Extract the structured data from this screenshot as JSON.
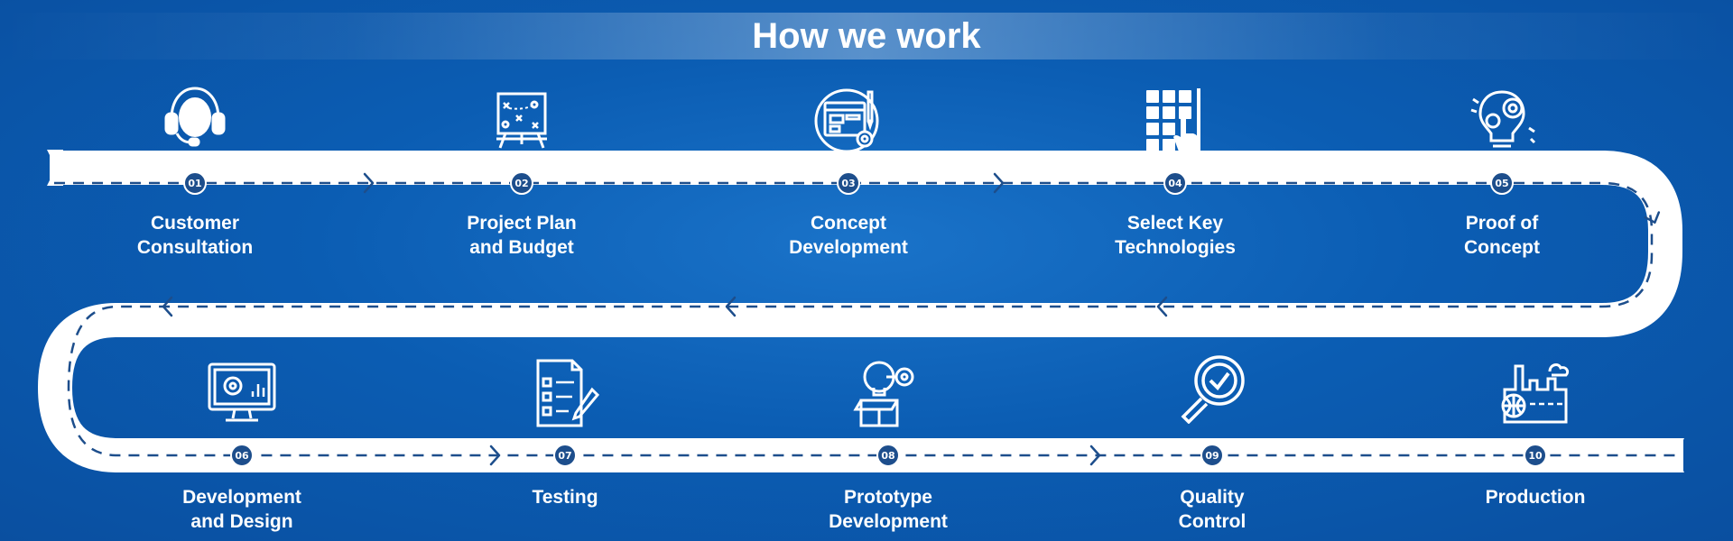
{
  "title": "How we work",
  "colors": {
    "background": "#0b5db3",
    "road": "#ffffff",
    "dash": "#1d4e8c",
    "badge": "#1d4e8c"
  },
  "steps": [
    {
      "number": "01",
      "label": "Customer\nConsultation",
      "icon": "headset-icon"
    },
    {
      "number": "02",
      "label": "Project Plan\nand Budget",
      "icon": "strategy-board-icon"
    },
    {
      "number": "03",
      "label": "Concept\nDevelopment",
      "icon": "web-design-icon"
    },
    {
      "number": "04",
      "label": "Select Key\nTechnologies",
      "icon": "touch-grid-icon"
    },
    {
      "number": "05",
      "label": "Proof of\nConcept",
      "icon": "lightbulb-gear-icon"
    },
    {
      "number": "06",
      "label": "Development\nand Design",
      "icon": "monitor-gear-icon"
    },
    {
      "number": "07",
      "label": "Testing",
      "icon": "checklist-pencil-icon"
    },
    {
      "number": "08",
      "label": "Prototype\nDevelopment",
      "icon": "box-idea-icon"
    },
    {
      "number": "09",
      "label": "Quality\nControl",
      "icon": "magnifier-check-icon"
    },
    {
      "number": "10",
      "label": "Production",
      "icon": "factory-icon"
    }
  ]
}
